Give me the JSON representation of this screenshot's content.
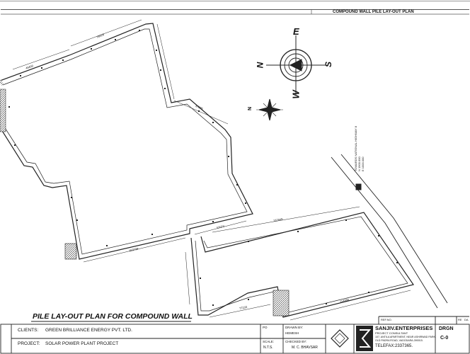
{
  "sheet": {
    "header_title": "COMPOUND WALL PILE LAY-OUT PLAN",
    "plan_caption": "PILE LAY-OUT PLAN FOR COMPOUND WALL"
  },
  "compass": {
    "north": "N",
    "east": "E",
    "south": "S",
    "west": "W",
    "small_north": "N"
  },
  "site_labels": {
    "road_note": [
      "TOWARDS NATIONAL HIGHWAY 8",
      "N 1900.000",
      "E 1000.000"
    ],
    "benchmark": "BM",
    "dims": [
      "78018",
      "49400",
      "57085",
      "163738",
      "57074",
      "137849",
      "77233",
      "114389"
    ]
  },
  "title_block": {
    "clients_label": "CLIENTS:",
    "clients_value": "GREEN BRILLIANCE ENERGY PVT. LTD.",
    "project_label": "PROJECT:",
    "project_value": "SOLAR POWER PLANT PROJECT",
    "po_label": "PO",
    "scale_label": "SCALE:",
    "scale_value": "N.T.S.",
    "drawn_label": "DRAWN BY:",
    "drawn_value": "HEMESH",
    "checked_label": "CHECKED BY:",
    "checked_value": "M. C. BHAVSAR",
    "consultant_name": "SANJIV.ENTERPRISES",
    "consultant_sub": "PROJECT CONSULTANT",
    "consultant_addr1": "107, ANTILA APARTMENT, NEAR ASHIRWAD PARK,",
    "consultant_addr2": "OLD PADRA ROAD, VADODARA-390015.",
    "consultant_tel": "TELEFAX:2337365.",
    "ref_label": "REF.NO.",
    "rev_label": "RE",
    "da_label": "DA",
    "drg_label": "DRGN",
    "drg_value": "C-0"
  },
  "colors": {
    "line": "#222222",
    "background": "#ffffff"
  }
}
